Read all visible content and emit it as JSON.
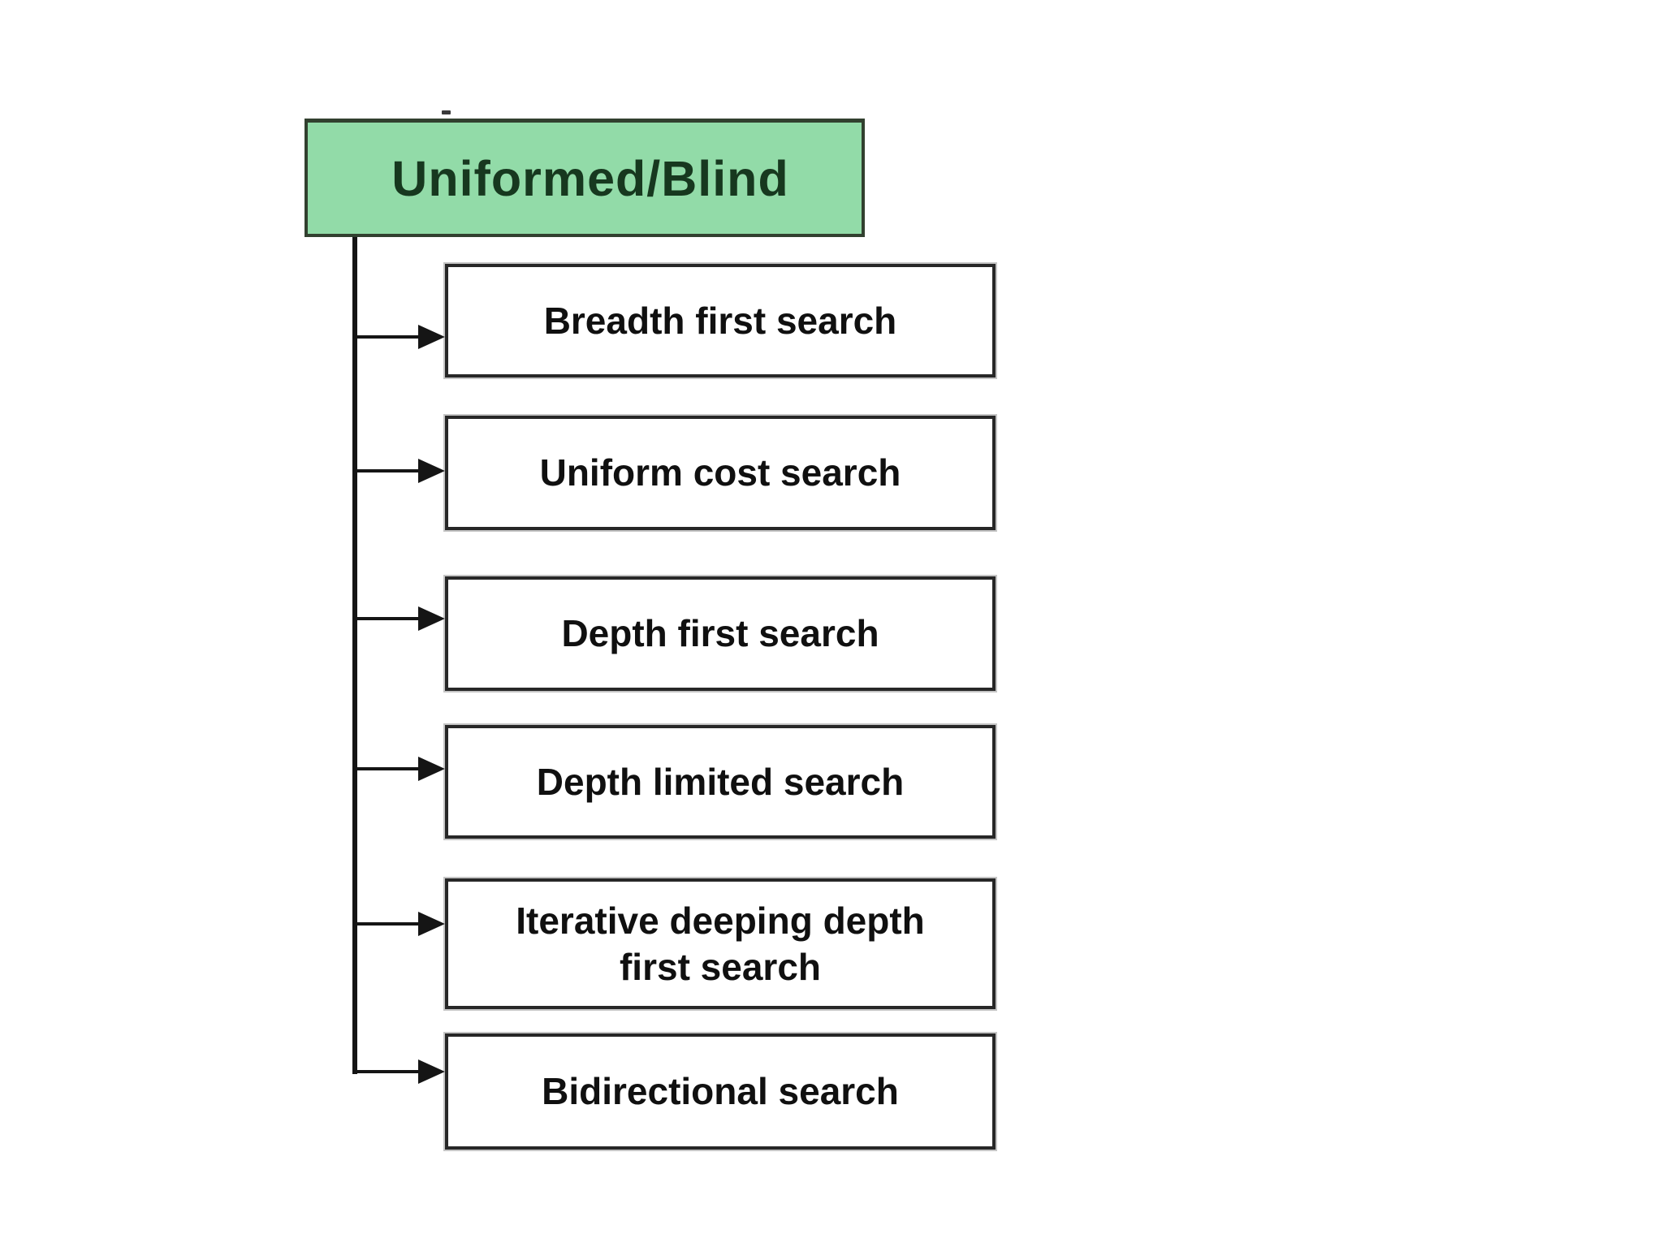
{
  "colors": {
    "background": "#ffffff",
    "root_fill": "#92dba8",
    "root_border": "#32402f",
    "root_text": "#17381f",
    "child_fill": "#ffffff",
    "child_border": "#272727",
    "child_text": "#101010",
    "connector": "#151515"
  },
  "diagram": {
    "type": "tree",
    "root": {
      "label": "Uniformed/Blind"
    },
    "children": [
      {
        "label": "Breadth first search"
      },
      {
        "label": "Uniform cost search"
      },
      {
        "label": "Depth first search"
      },
      {
        "label": "Depth limited search"
      },
      {
        "label": "Iterative deeping depth first search"
      },
      {
        "label": "Bidirectional search"
      }
    ]
  }
}
